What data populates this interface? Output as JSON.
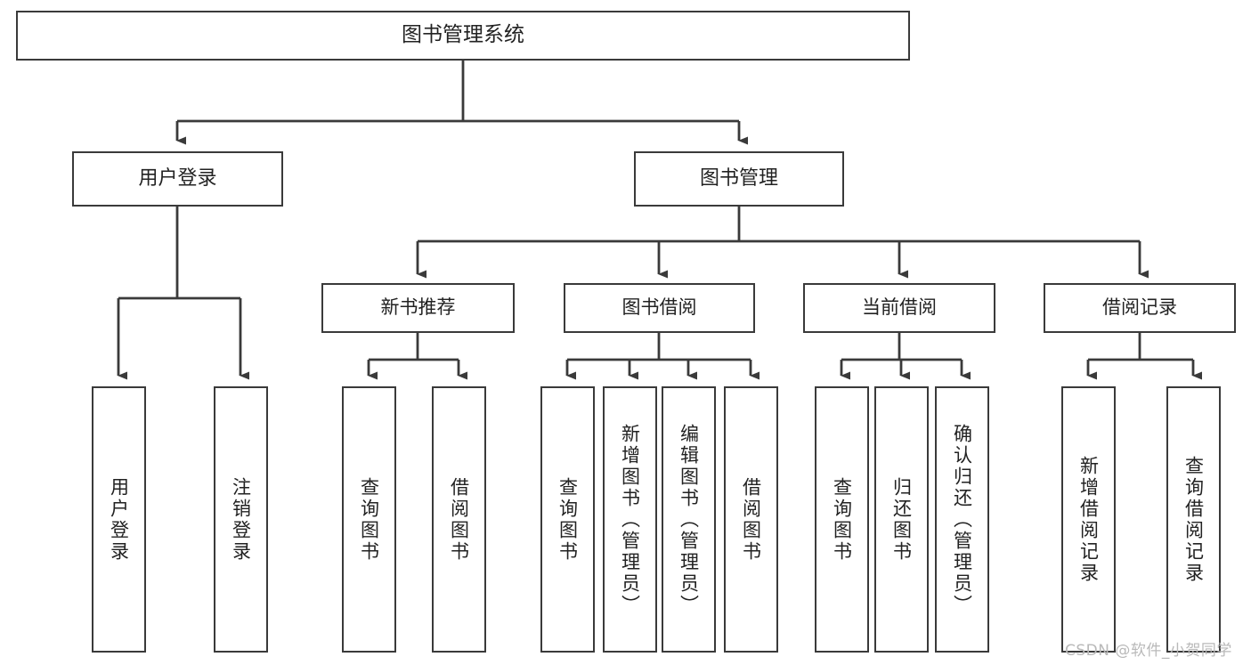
{
  "diagram": {
    "title": "图书管理系统",
    "type": "tree-structure-chart",
    "line_color": "#3a3a3a",
    "box_fill": "#ffffff",
    "text_color": "#222222",
    "levels": {
      "root": {
        "label": "图书管理系统"
      },
      "level2": [
        {
          "label": "用户登录"
        },
        {
          "label": "图书管理"
        }
      ],
      "level3": [
        {
          "label": "新书推荐"
        },
        {
          "label": "图书借阅"
        },
        {
          "label": "当前借阅"
        },
        {
          "label": "借阅记录"
        }
      ],
      "leaves": [
        {
          "label": "用户登录",
          "parent": "用户登录"
        },
        {
          "label": "注销登录",
          "parent": "用户登录"
        },
        {
          "label": "查询图书",
          "parent": "新书推荐"
        },
        {
          "label": "借阅图书",
          "parent": "新书推荐"
        },
        {
          "label": "查询图书",
          "parent": "图书借阅"
        },
        {
          "label": "新增图书（管理员）",
          "parent": "图书借阅"
        },
        {
          "label": "编辑图书（管理员）",
          "parent": "图书借阅"
        },
        {
          "label": "借阅图书",
          "parent": "图书借阅"
        },
        {
          "label": "查询图书",
          "parent": "当前借阅"
        },
        {
          "label": "归还图书",
          "parent": "当前借阅"
        },
        {
          "label": "确认归还（管理员）",
          "parent": "当前借阅"
        },
        {
          "label": "新增借阅记录",
          "parent": "借阅记录"
        },
        {
          "label": "查询借阅记录",
          "parent": "借阅记录"
        }
      ]
    }
  },
  "watermark": {
    "text": "CSDN @软件_小贺同学",
    "color": "#b9b9b9"
  }
}
